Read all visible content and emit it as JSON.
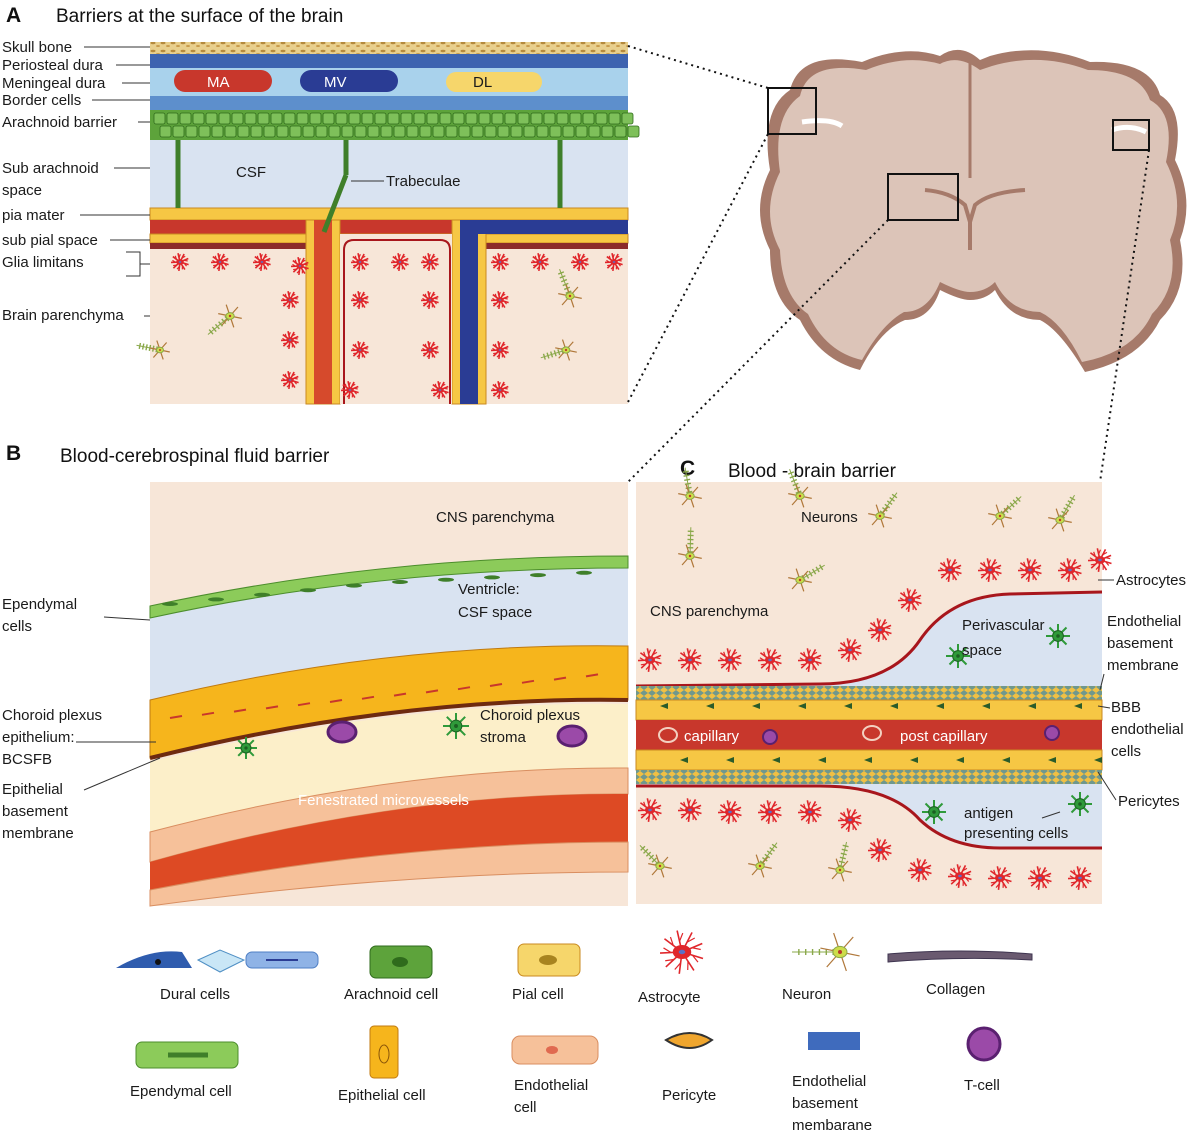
{
  "panelA": {
    "letter": "A",
    "title": "Barriers at the surface of the brain",
    "left_labels": [
      "Skull bone",
      "Periosteal dura",
      "Meningeal dura",
      "Border cells",
      "Arachnoid barrier",
      "Sub arachnoid",
      "space",
      "pia mater",
      "sub pial space",
      "Glia limitans",
      "Brain parenchyma"
    ],
    "vessels": [
      "MA",
      "MV",
      "DL"
    ],
    "csf": "CSF",
    "trabeculae": "Trabeculae"
  },
  "panelB": {
    "letter": "B",
    "title": "Blood-cerebrospinal fluid barrier",
    "cns_parenchyma": "CNS parenchyma",
    "ventricle": [
      "Ventricle:",
      "CSF space"
    ],
    "stroma": [
      "Choroid plexus",
      "stroma"
    ],
    "fenestrated": "Fenestrated  microvessels",
    "left_labels": [
      "Ependymal",
      "cells",
      "Choroid plexus",
      "epithelium:",
      "BCSFB",
      "Epithelial",
      "basement",
      "membrane"
    ]
  },
  "panelC": {
    "letter": "C",
    "title": "Blood - brain barrier",
    "neurons": "Neurons",
    "cns_parenchyma": "CNS parenchyma",
    "perivascular": [
      "Perivascular",
      "space"
    ],
    "capillary": "capillary",
    "post_capillary": "post capillary",
    "antigen": [
      "antigen",
      "presenting cells"
    ],
    "right_labels": [
      "Astrocytes",
      "Endothelial",
      "basement",
      "membrane",
      "BBB",
      "endothelial",
      "cells",
      "Pericytes"
    ]
  },
  "legend": {
    "row1": [
      "Dural cells",
      "Arachnoid cell",
      "Pial cell",
      "Astrocyte",
      "Neuron",
      "Collagen"
    ],
    "row2": [
      "Ependymal cell",
      "Epithelial cell",
      "Endothelial",
      "cell",
      "Pericyte",
      "Endothelial",
      "basement",
      "membarane",
      "T-cell"
    ]
  },
  "colors": {
    "tissue": "#f7e6d8",
    "csf": "#d9e3f1",
    "artery": "#c8372c",
    "vein": "#2a3c94",
    "arachnoid": "#5da33b",
    "pial": "#f6c744",
    "astrocyte": "#e0262b",
    "brain": "#dcc4b8"
  }
}
